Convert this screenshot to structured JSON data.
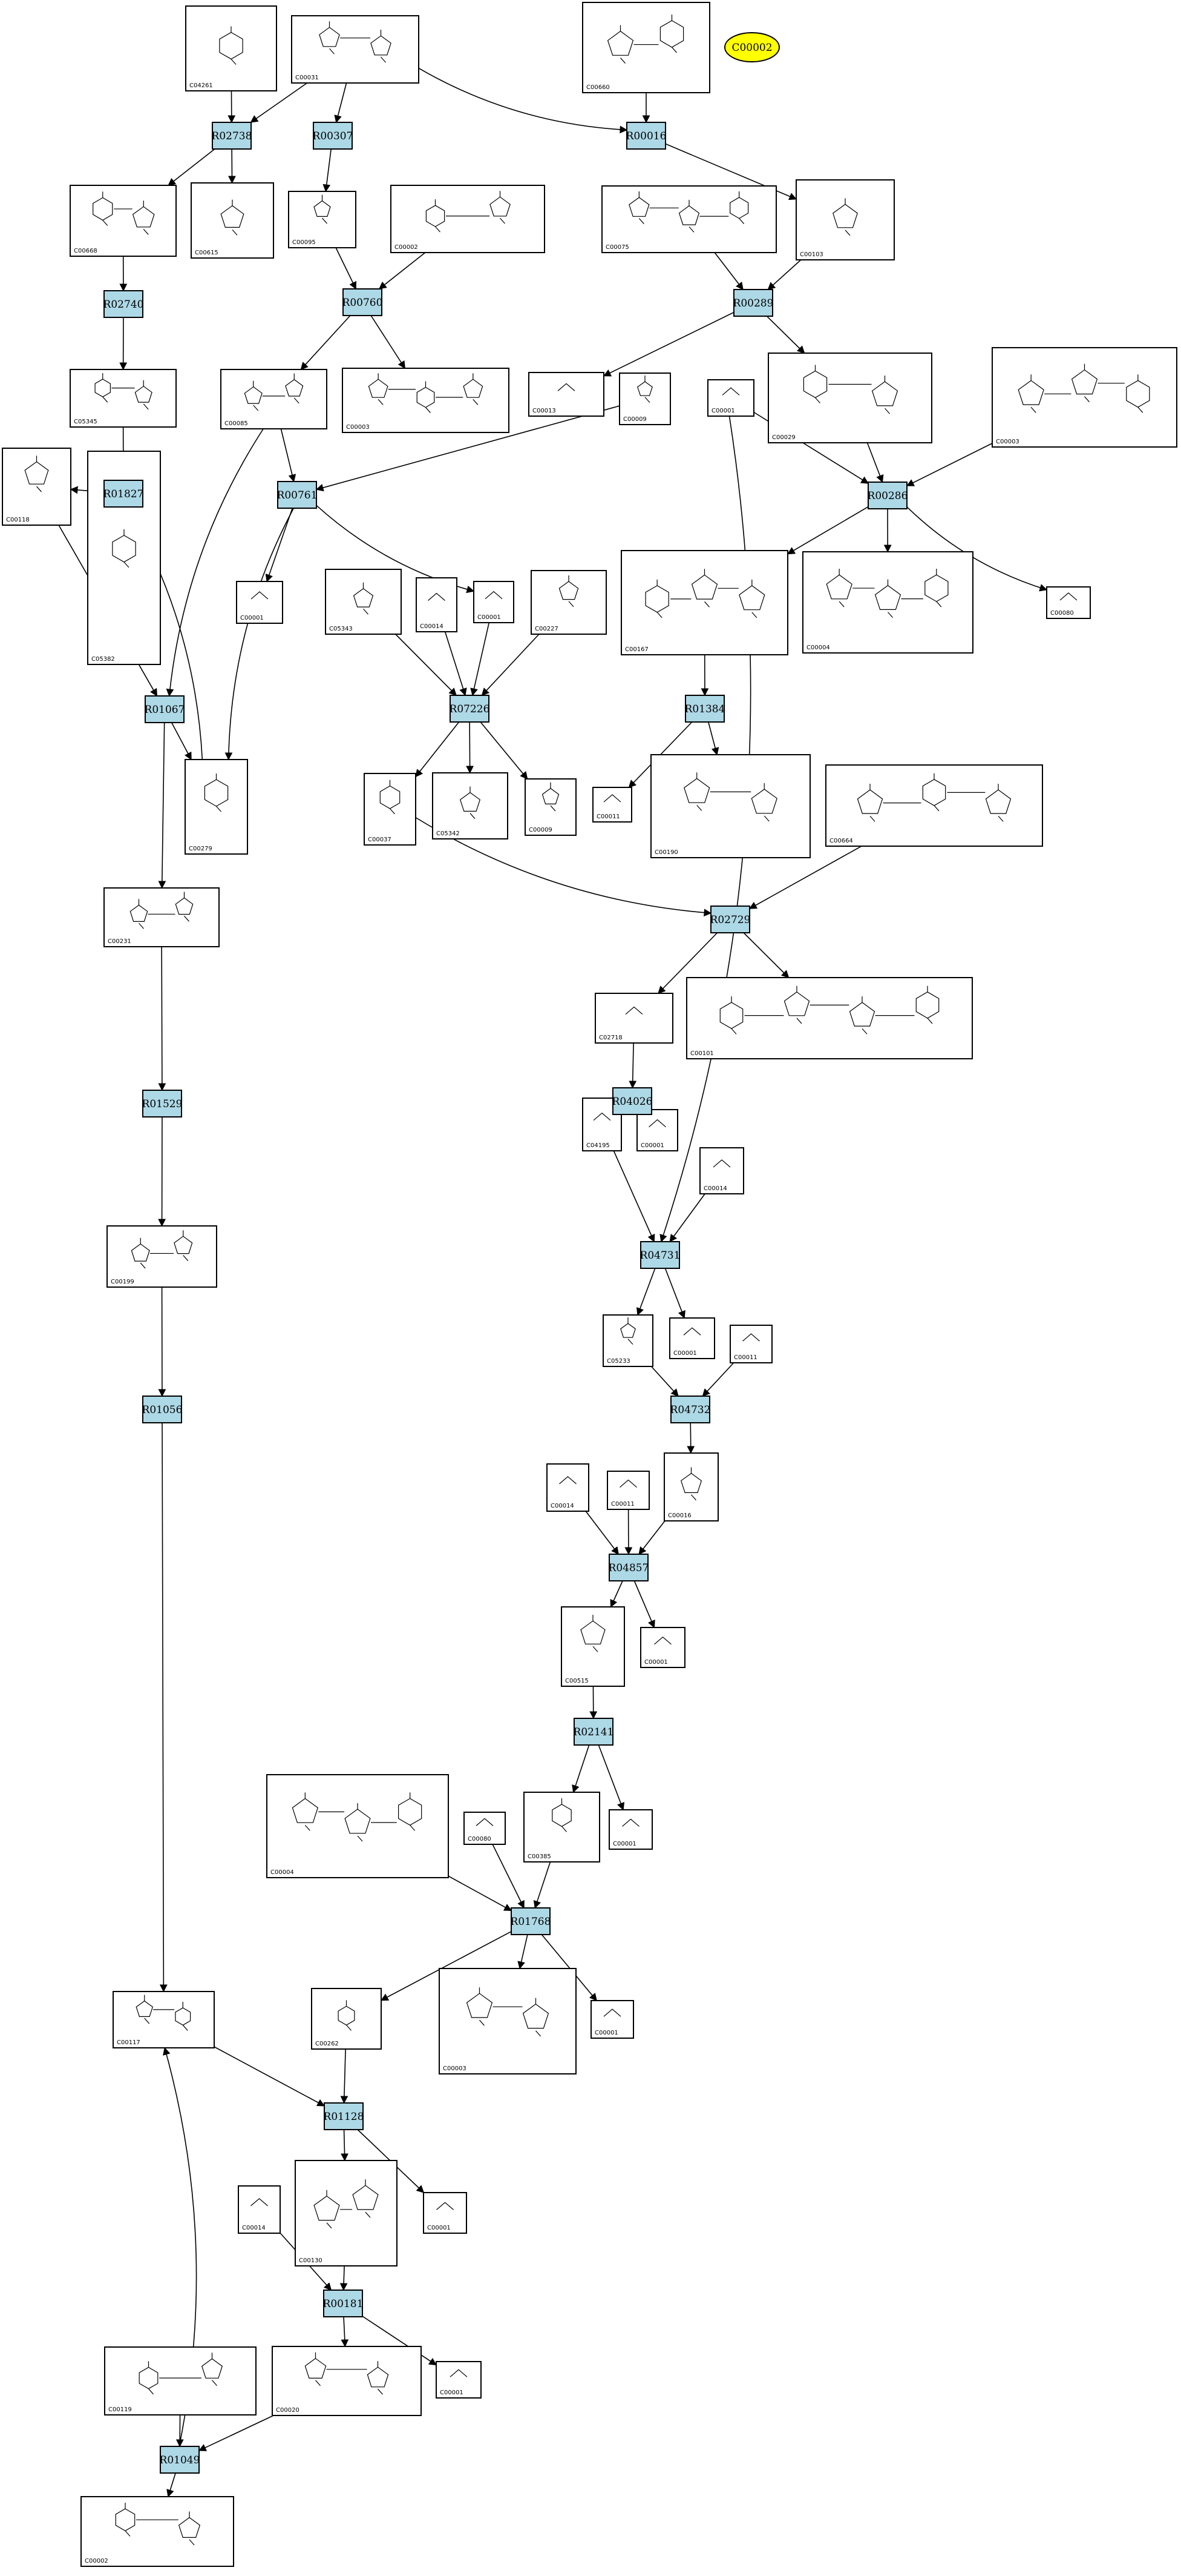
{
  "start_compound": "C00002",
  "reactions": [
    "R02738",
    "R00307",
    "R00016",
    "R02740",
    "R00760",
    "R00289",
    "R01827",
    "R00761",
    "R00286",
    "R01067",
    "R07226",
    "R01384",
    "R02729",
    "R01529",
    "R04026",
    "R04731",
    "R01056",
    "R04732",
    "R04857",
    "R02141",
    "R01768",
    "R01128",
    "R00181",
    "R01049"
  ],
  "compounds": [
    "C04261",
    "C00031",
    "C00660",
    "C00668",
    "C00615",
    "C00095",
    "C00002",
    "C00075",
    "C00103",
    "C05345",
    "C00085",
    "C00003",
    "C00013",
    "C00009",
    "C00001",
    "C00029",
    "C00003",
    "C00118",
    "C05382",
    "C00001",
    "C05343",
    "C00014",
    "C00001",
    "C00227",
    "C00167",
    "C00004",
    "C00080",
    "C00037",
    "C05342",
    "C00009",
    "C00011",
    "C00190",
    "C00664",
    "C00279",
    "C00231",
    "C02718",
    "C00101",
    "C04195",
    "C00001",
    "C00014",
    "C00199",
    "C05233",
    "C00001",
    "C00011",
    "C00014",
    "C00011",
    "C00016",
    "C00515",
    "C00001",
    "C00004",
    "C00080",
    "C00385",
    "C00001",
    "C00117",
    "C00262",
    "C00003",
    "C00001",
    "C00014",
    "C00130",
    "C00001",
    "C00119",
    "C00020",
    "C00001",
    "C00002"
  ]
}
